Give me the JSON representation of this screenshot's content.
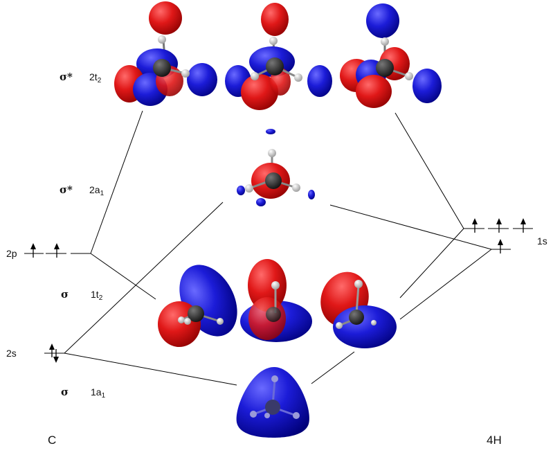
{
  "levels": {
    "t2_star": {
      "symmetry": "σ*",
      "name": "2t",
      "sub": "2"
    },
    "a1_star": {
      "symmetry": "σ*",
      "name": "2a",
      "sub": "1"
    },
    "t2_bond": {
      "symmetry": "σ",
      "name": "1t",
      "sub": "2"
    },
    "a1_bond": {
      "symmetry": "σ",
      "name": "1a",
      "sub": "1"
    }
  },
  "carbon": {
    "atom": "C",
    "orbital_2p": "2p",
    "orbital_2s": "2s"
  },
  "hydrogen": {
    "atom": "4H",
    "orbital_1s": "1s"
  },
  "colors": {
    "positive_lobe": "#d42020",
    "negative_lobe": "#2424d0",
    "carbon_atom": "#303030",
    "hydrogen_atom": "#e6e6e6",
    "line": "#000000"
  }
}
